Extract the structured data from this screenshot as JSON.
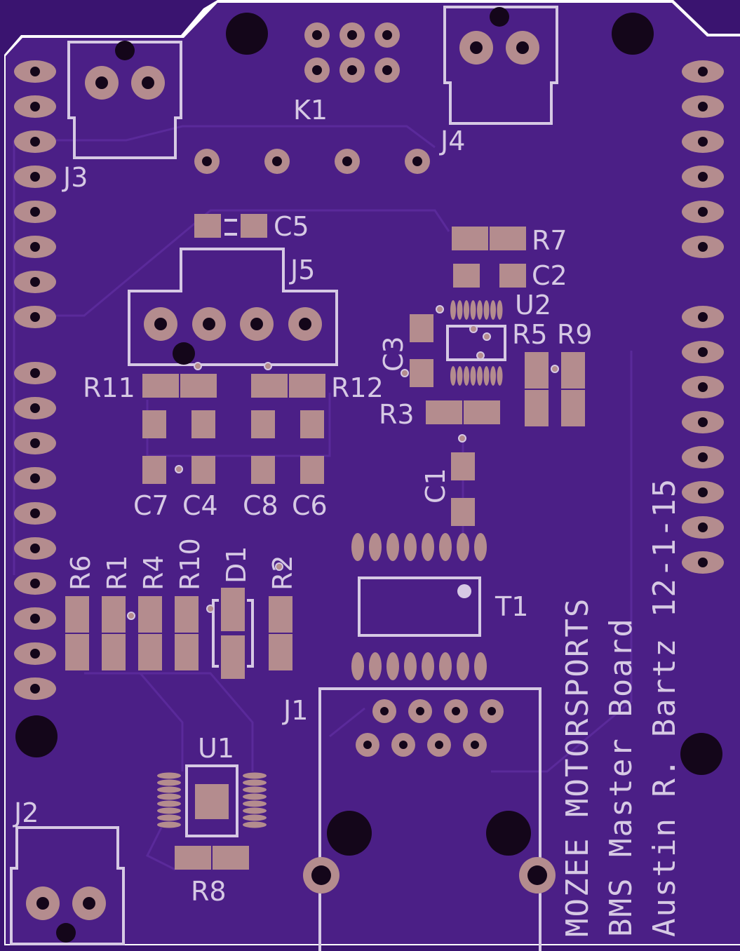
{
  "board": {
    "colors": {
      "background": "#ffffff",
      "soldermask": "#4b1f86",
      "soldermask_dark": "#3a1470",
      "pad": "#b48c8e",
      "silkscreen": "#d6c9e4",
      "hole": "#14061a"
    },
    "labels": {
      "k1": "K1",
      "j1": "J1",
      "j2": "J2",
      "j3": "J3",
      "j4": "J4",
      "j5": "J5",
      "c1": "C1",
      "c2": "C2",
      "c3": "C3",
      "c4": "C4",
      "c5": "C5",
      "c6": "C6",
      "c7": "C7",
      "c8": "C8",
      "r1": "R1",
      "r2": "R2",
      "r3": "R3",
      "r4": "R4",
      "r5": "R5",
      "r6": "R6",
      "r7": "R7",
      "r8": "R8",
      "r9": "R9",
      "r10": "R10",
      "r11": "R11",
      "r12": "R12",
      "d1": "D1",
      "u1": "U1",
      "u2": "U2",
      "t1": "T1"
    },
    "text_block": {
      "line1": "MOZEE MOTORSPORTS",
      "line2": "BMS Master Board",
      "line3": "Austin R. Bartz 12-1-15"
    }
  }
}
